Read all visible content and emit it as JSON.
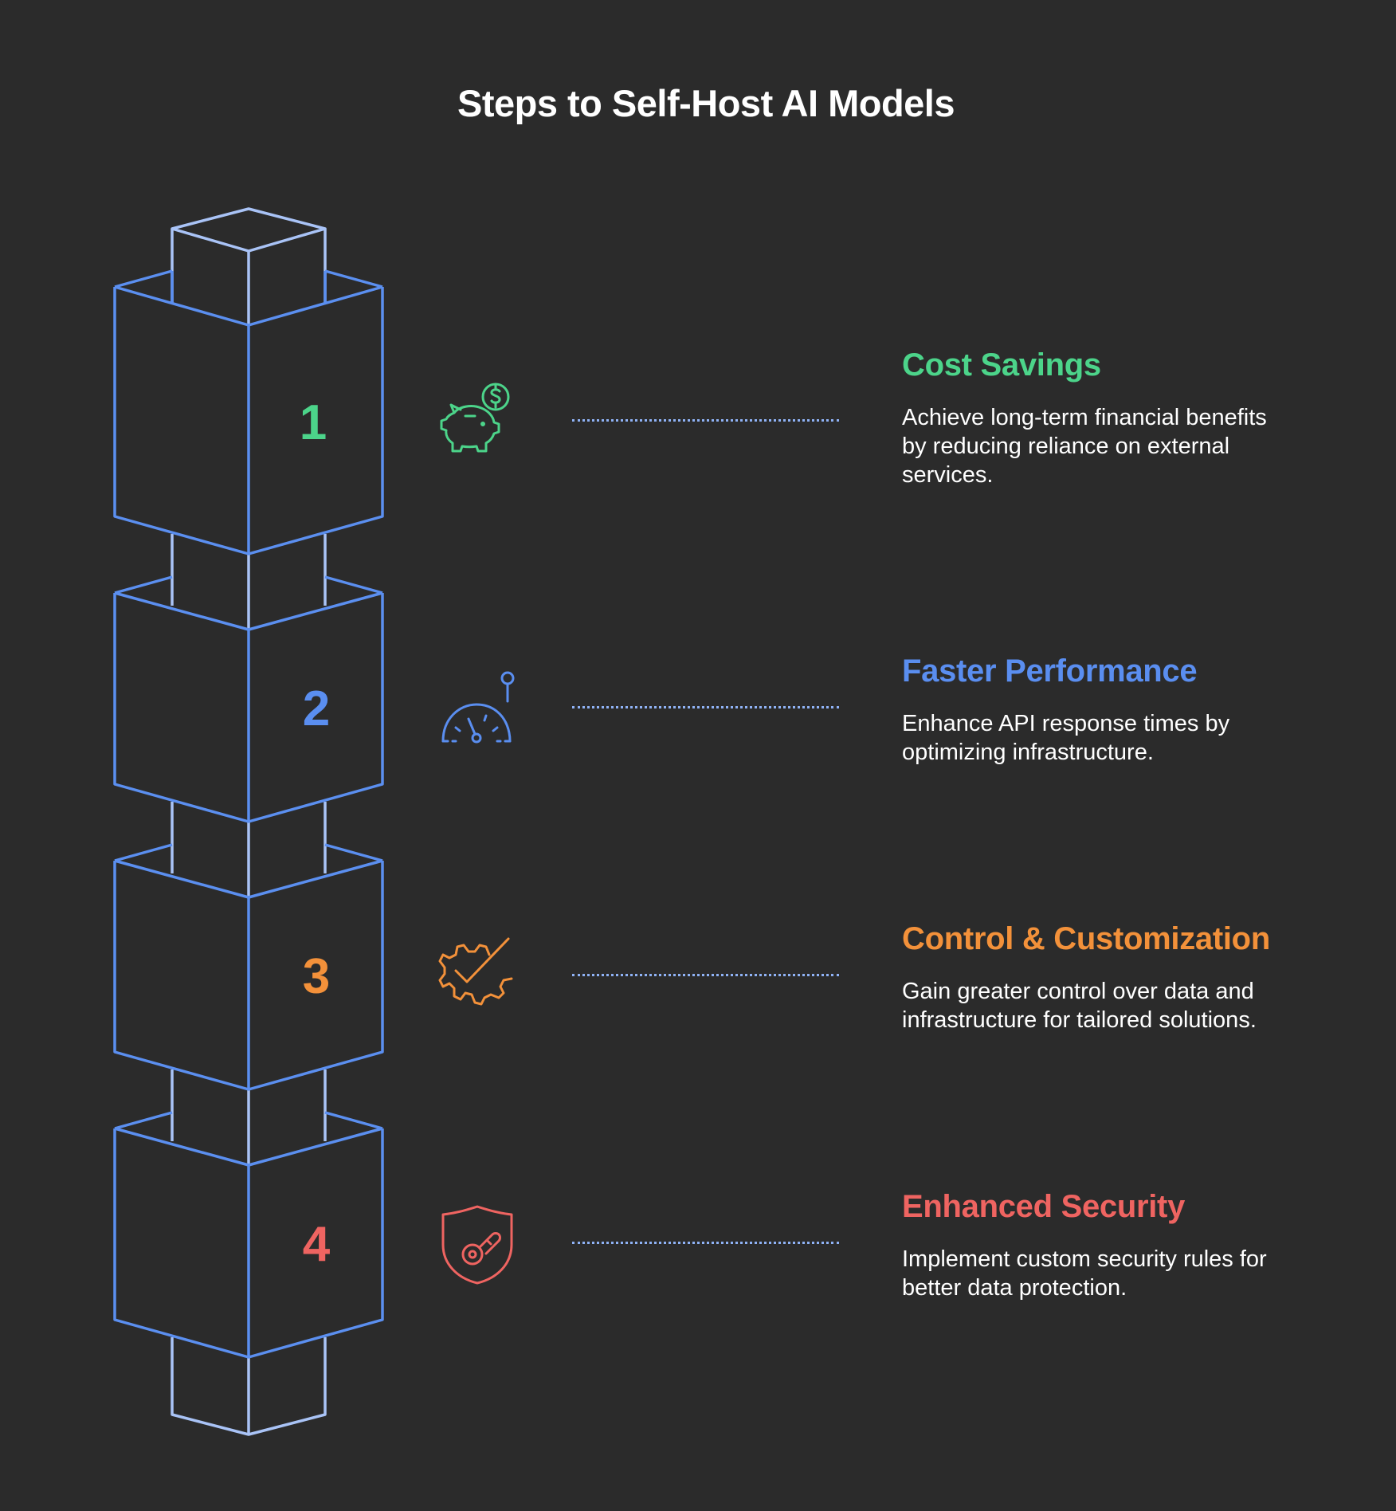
{
  "title": "Steps to Self-Host AI Models",
  "colors": {
    "background": "#2b2b2b",
    "stack_stroke": "#5b8ff0",
    "connector_stroke": "#a9c3f6",
    "green": "#4cd48a",
    "blue": "#5a8ef0",
    "orange": "#f3913a",
    "red": "#ef6461"
  },
  "steps": [
    {
      "number": "1",
      "title": "Cost Savings",
      "description": "Achieve long-term financial benefits by reducing reliance on external services.",
      "icon": "piggy-bank-dollar-icon",
      "color": "#4cd48a"
    },
    {
      "number": "2",
      "title": "Faster Performance",
      "description": "Enhance API response times by optimizing infrastructure.",
      "icon": "speedometer-icon",
      "color": "#5a8ef0"
    },
    {
      "number": "3",
      "title": "Control & Customization",
      "description": "Gain greater control over data and infrastructure for tailored solutions.",
      "icon": "gear-check-icon",
      "color": "#f3913a"
    },
    {
      "number": "4",
      "title": "Enhanced Security",
      "description": "Implement custom security rules for better data protection.",
      "icon": "shield-key-icon",
      "color": "#ef6461"
    }
  ]
}
